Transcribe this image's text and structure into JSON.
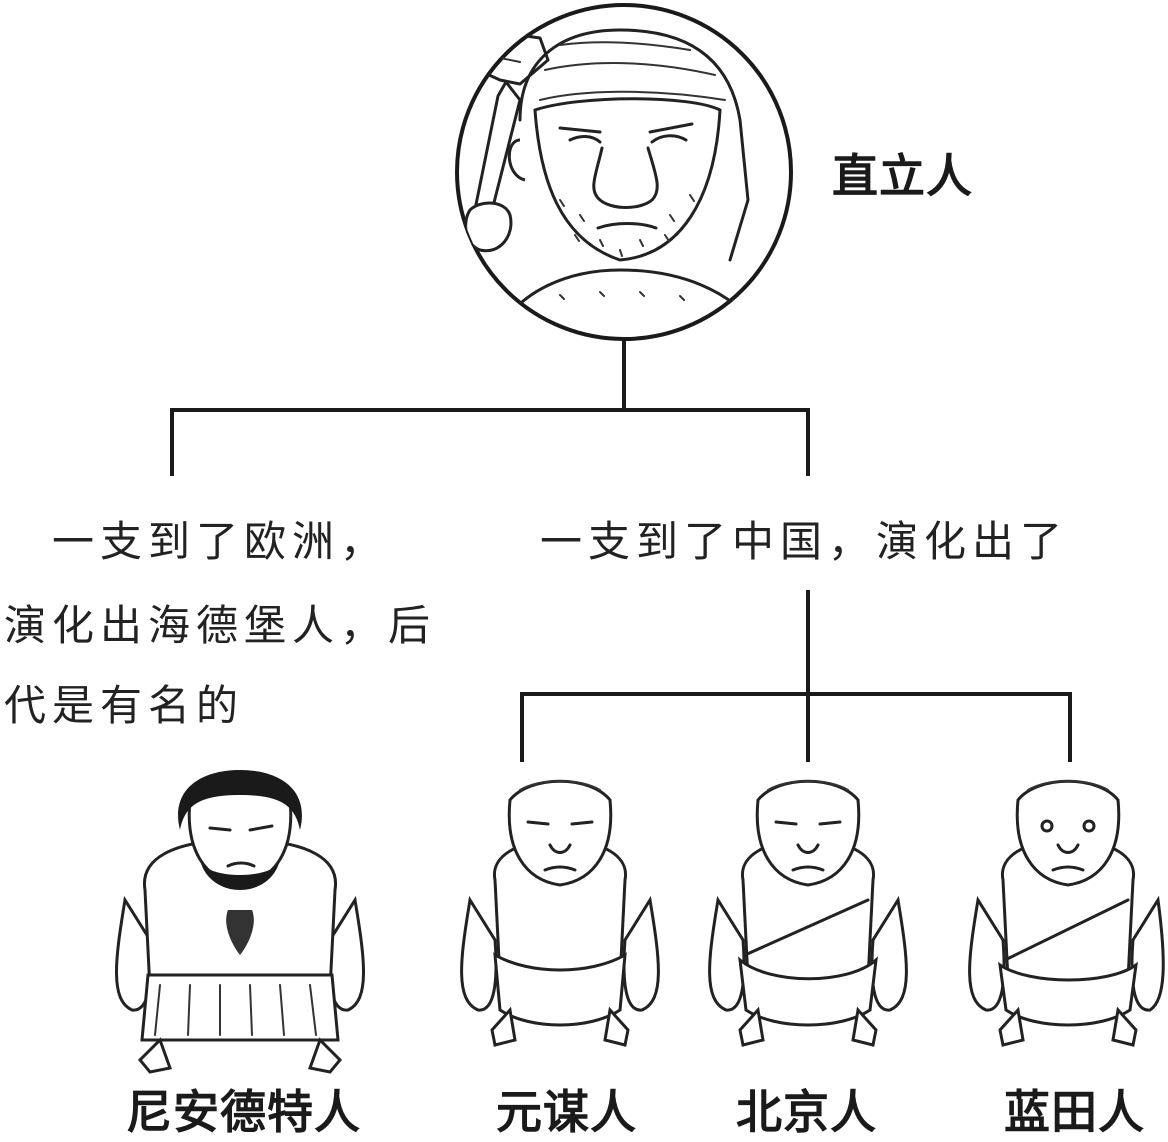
{
  "root": {
    "label": "直立人"
  },
  "branches": {
    "europe": {
      "text_lines": [
        "　一支到了欧洲，",
        "演化出海德堡人，后",
        "代是有名的"
      ]
    },
    "china": {
      "text": "一支到了中国，演化出了"
    }
  },
  "leaves": [
    {
      "label": "尼安德特人"
    },
    {
      "label": "元谋人"
    },
    {
      "label": "北京人"
    },
    {
      "label": "蓝田人"
    }
  ]
}
